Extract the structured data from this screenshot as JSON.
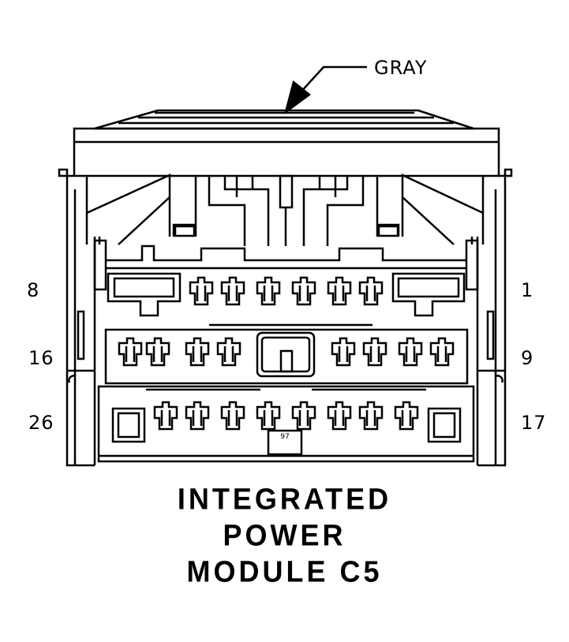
{
  "callout": {
    "wire_color": "GRAY"
  },
  "pin_labels": {
    "row1_left": "8",
    "row1_right": "1",
    "row2_left": "16",
    "row2_right": "9",
    "row3_left": "26",
    "row3_right": "17"
  },
  "tiny_label": "97",
  "title_lines": [
    "INTEGRATED",
    "POWER",
    "MODULE C5"
  ],
  "colors": {
    "line": "#000000",
    "background": "#ffffff"
  }
}
